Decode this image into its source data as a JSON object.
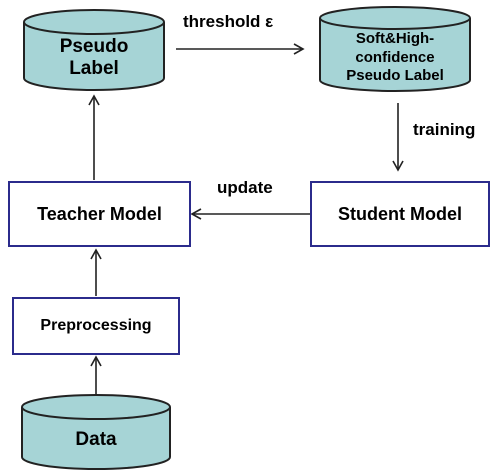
{
  "colors": {
    "cylinder_fill": "#a6d4d6",
    "cylinder_stroke": "#222222",
    "box_border": "#2b2b8c",
    "arrow": "#222222"
  },
  "nodes": {
    "pseudo_label": "Pseudo\nLabel",
    "soft_high": "Soft&High-\nconfidence\nPseudo Label",
    "teacher_model": "Teacher Model",
    "student_model": "Student Model",
    "preprocessing": "Preprocessing",
    "data": "Data"
  },
  "edges": {
    "threshold": "threshold ε",
    "training": "training",
    "update": "update"
  }
}
